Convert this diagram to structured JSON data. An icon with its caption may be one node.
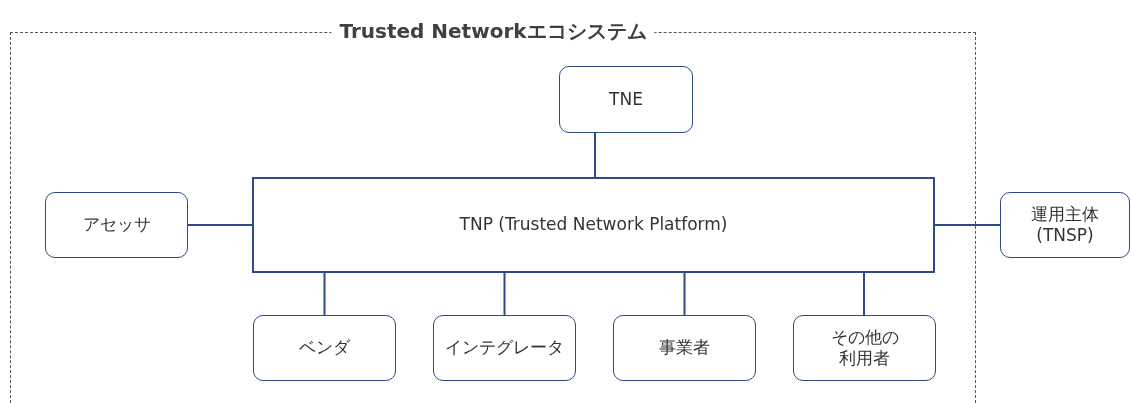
{
  "diagram": {
    "nodes": [
      {
        "text": [
          "Trusted Networkエコシステム"
        ]
      },
      {
        "text": [
          "TNE"
        ],
        "in": 0
      },
      {
        "text": [
          "アセッサ"
        ],
        "in": 0
      },
      {
        "text": [
          "TNP (Trusted Network Platform)"
        ],
        "in": 0
      },
      {
        "text": [
          "運用主体 (TNSP)"
        ]
      },
      {
        "text": [
          "ベンダ"
        ],
        "in": 0
      },
      {
        "text": [
          "インテグレータ"
        ],
        "in": 0
      },
      {
        "text": [
          "事業者"
        ],
        "in": 0
      },
      {
        "text": [
          "その他の利用者"
        ],
        "in": 0
      }
    ],
    "edges": [
      {
        "from": 1,
        "to": 3,
        "arrow": "none"
      },
      {
        "from": 2,
        "to": 3,
        "arrow": "none"
      },
      {
        "from": 3,
        "to": 4,
        "arrow": "none"
      },
      {
        "from": 3,
        "to": 5,
        "arrow": "none"
      },
      {
        "from": 3,
        "to": 6,
        "arrow": "none"
      },
      {
        "from": 3,
        "to": 7,
        "arrow": "none"
      },
      {
        "from": 3,
        "to": 8,
        "arrow": "none"
      }
    ]
  }
}
